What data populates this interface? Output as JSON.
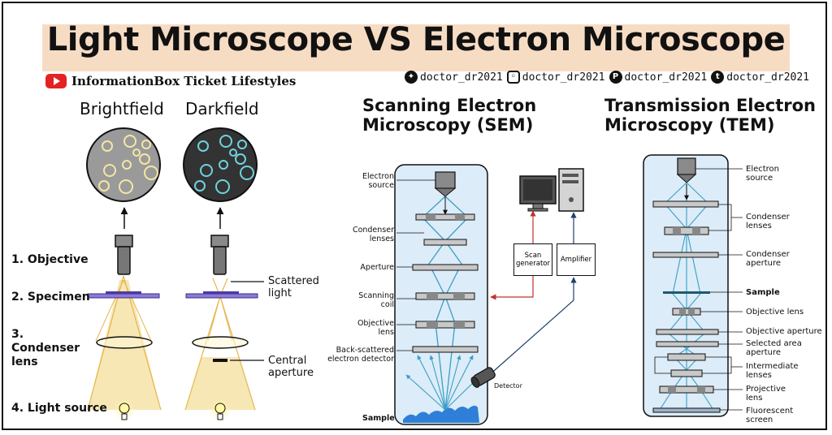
{
  "title": "Light Microscope VS Electron Microscope",
  "brand": {
    "icon": "youtube-icon",
    "name": "InformationBox Ticket Lifestyles"
  },
  "socials": [
    {
      "icon": "twitter-icon",
      "handle": "doctor_dr2021"
    },
    {
      "icon": "instagram-icon",
      "handle": "doctor_dr2021"
    },
    {
      "icon": "pinterest-icon",
      "handle": "doctor_dr2021"
    },
    {
      "icon": "tumblr-icon",
      "handle": "doctor_dr2021"
    }
  ],
  "light": {
    "brightfield": "Brightfield",
    "darkfield": "Darkfield",
    "steps": {
      "objective": "1. Objective",
      "specimen": "2. Specimen",
      "condenser": "3. Condenser lens",
      "source": "4. Light source"
    },
    "scattered": "Scattered light",
    "central": "Central aperture"
  },
  "sem": {
    "title": "Scanning Electron Microscopy (SEM)",
    "labels": {
      "source": "Electron source",
      "condenser": "Condenser lenses",
      "aperture": "Aperture",
      "coil": "Scanning coil",
      "objective": "Objective lens",
      "detector_back": "Back-scattered electron detector",
      "sample": "Sample",
      "scan": "Scan generator",
      "amplifier": "Amplifier",
      "detector": "Detector"
    }
  },
  "tem": {
    "title": "Transmission Electron Microscopy (TEM)",
    "labels": {
      "source": "Electron source",
      "condenser": "Condenser lenses",
      "cond_ap": "Condenser aperture",
      "sample": "Sample",
      "objective": "Objective lens",
      "obj_ap": "Objective aperture",
      "sel_ap": "Selected area aperture",
      "inter": "Intermediate lenses",
      "proj": "Projective lens",
      "screen": "Fluorescent screen"
    }
  },
  "colors": {
    "title_bg": "#f7dcc4",
    "light_beam": "#f6e3a8",
    "beam_line": "#e7b64a",
    "em_column": "#dcecf8",
    "em_beam": "#3a9fc4",
    "scan_red": "#c0322e",
    "signal_blue": "#1f3f6e",
    "dark_circle": "#6fd2df",
    "bright_circle": "#f4e6a4"
  }
}
